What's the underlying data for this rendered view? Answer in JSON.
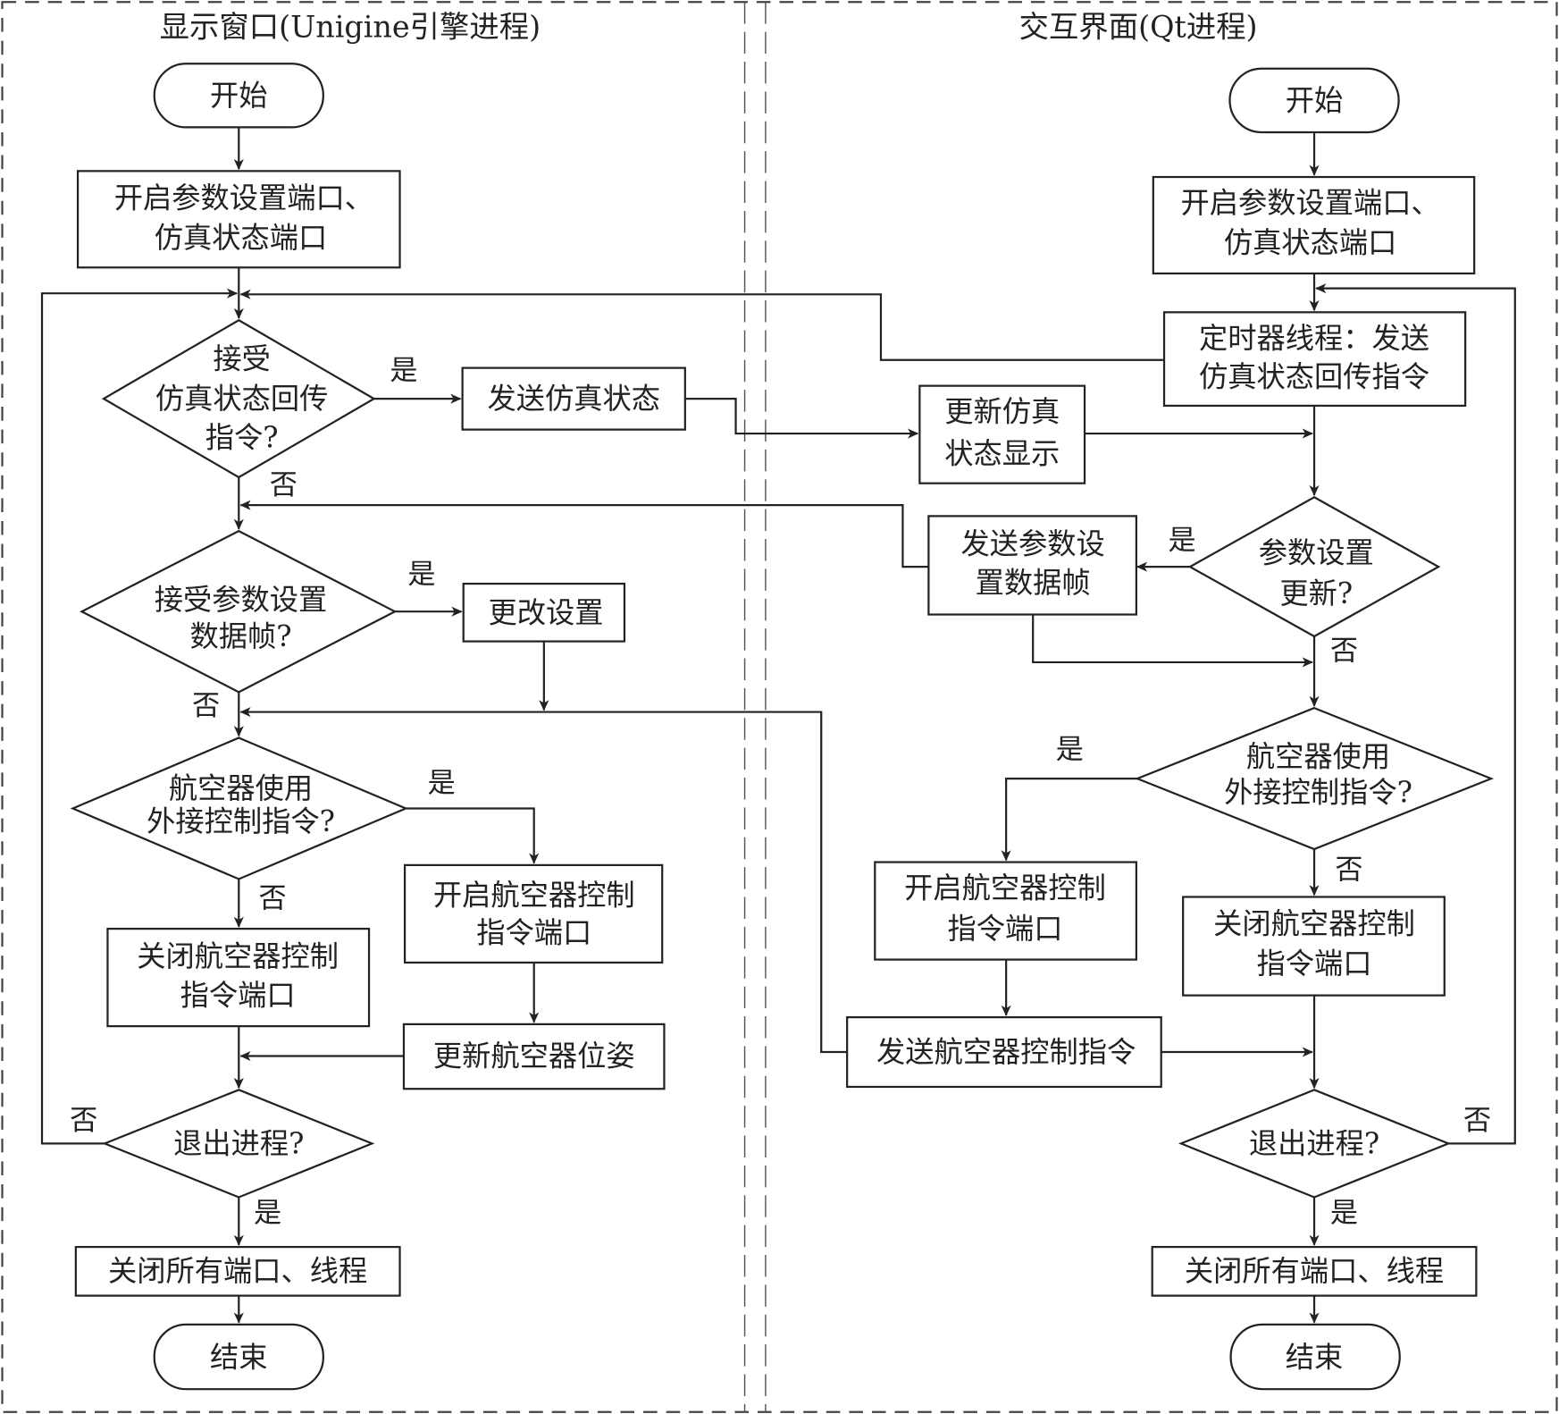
{
  "lanes": {
    "left_title": "显示窗口(Unigine引擎进程)",
    "right_title": "交互界面(Qt进程)"
  },
  "left": {
    "start": "开始",
    "open_ports": [
      "开启参数设置端口、",
      "仿真状态端口"
    ],
    "recv_status_q": [
      "接受",
      "仿真状态回传",
      "指令?"
    ],
    "send_status": "发送仿真状态",
    "recv_param_q": [
      "接受参数设置",
      "数据帧?"
    ],
    "change_settings": "更改设置",
    "external_ctrl_q": [
      "航空器使用",
      "外接控制指令?"
    ],
    "close_ctrl_port": [
      "关闭航空器控制",
      "指令端口"
    ],
    "open_ctrl_port": [
      "开启航空器控制",
      "指令端口"
    ],
    "update_pose": "更新航空器位姿",
    "exit_q": "退出进程?",
    "close_all": "关闭所有端口、线程",
    "end": "结束"
  },
  "right": {
    "start": "开始",
    "open_ports": [
      "开启参数设置端口、",
      "仿真状态端口"
    ],
    "timer_thread": [
      "定时器线程：发送",
      "仿真状态回传指令"
    ],
    "update_display": [
      "更新仿真",
      "状态显示"
    ],
    "param_update_q": [
      "参数设置",
      "更新?"
    ],
    "send_param_frame": [
      "发送参数设",
      "置数据帧"
    ],
    "external_ctrl_q": [
      "航空器使用",
      "外接控制指令?"
    ],
    "open_ctrl_port": [
      "开启航空器控制",
      "指令端口"
    ],
    "close_ctrl_port": [
      "关闭航空器控制",
      "指令端口"
    ],
    "send_ctrl_cmd": "发送航空器控制指令",
    "exit_q": "退出进程?",
    "close_all": "关闭所有端口、线程",
    "end": "结束"
  },
  "labels": {
    "yes": "是",
    "no": "否"
  }
}
